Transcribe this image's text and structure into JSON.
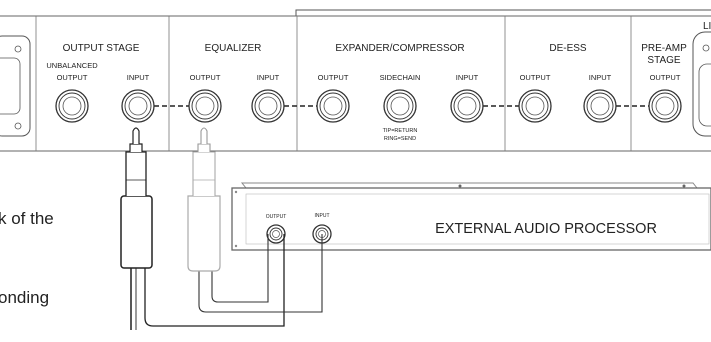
{
  "sections": {
    "output_stage": "OUTPUT STAGE",
    "equalizer": "EQUALIZER",
    "expander_compressor": "EXPANDER/COMPRESSOR",
    "de_ess": "DE-ESS",
    "pre_amp_stage_line1": "PRE-AMP",
    "pre_amp_stage_line2": "STAGE",
    "cut_off_right": "LI"
  },
  "jacks": {
    "unbalanced_line1": "UNBALANCED",
    "unbalanced_line2": "OUTPUT",
    "output_stage_input": "INPUT",
    "eq_output": "OUTPUT",
    "eq_input": "INPUT",
    "comp_output": "OUTPUT",
    "sidechain": "SIDECHAIN",
    "comp_input": "INPUT",
    "sidechain_note_line1": "TIP=RETURN",
    "sidechain_note_line2": "RING=SEND",
    "deess_output": "OUTPUT",
    "deess_input": "INPUT",
    "preamp_output": "OUTPUT"
  },
  "external": {
    "title": "EXTERNAL AUDIO PROCESSOR",
    "output_label": "OUTPUT",
    "input_label": "INPUT"
  },
  "body_text": {
    "line1_fragment": "k of the",
    "line2_fragment": "onding"
  }
}
